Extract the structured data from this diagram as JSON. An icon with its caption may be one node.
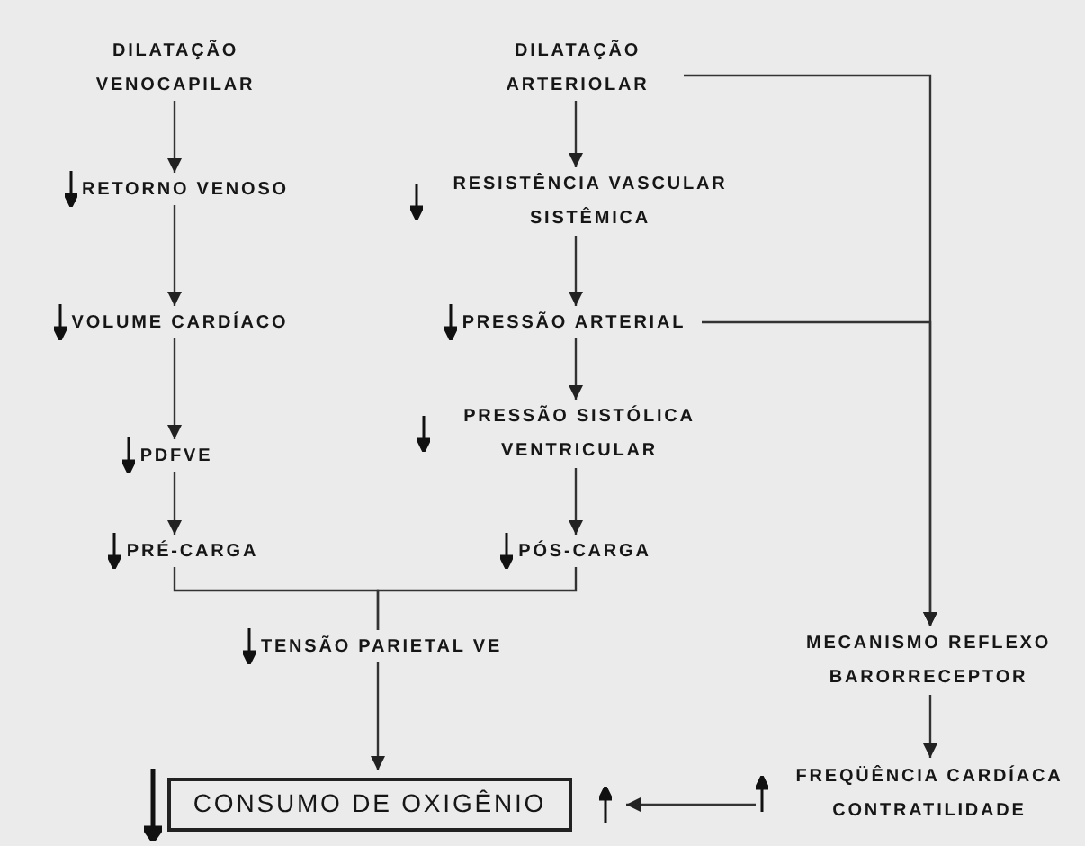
{
  "diagram": {
    "nodes": [
      {
        "text": [
          "DILATAÇÃO VENOCAPILAR"
        ]
      },
      {
        "text": [
          "RETORNO VENOSO"
        ]
      },
      {
        "text": [
          "VOLUME CARDÍACO"
        ]
      },
      {
        "text": [
          "PDFVE"
        ]
      },
      {
        "text": [
          "PRÉ-CARGA"
        ]
      },
      {
        "text": [
          "DILATAÇÃO ARTERIOLAR"
        ]
      },
      {
        "text": [
          "RESISTÊNCIA VASCULAR SISTÊMICA"
        ]
      },
      {
        "text": [
          "PRESSÃO ARTERIAL"
        ]
      },
      {
        "text": [
          "PRESSÃO SISTÓLICA VENTRICULAR"
        ]
      },
      {
        "text": [
          "PÓS-CARGA"
        ]
      },
      {
        "text": [
          "TENSÃO PARIETAL VE"
        ]
      },
      {
        "text": [
          "CONSUMO DE OXIGÊNIO"
        ]
      },
      {
        "text": [
          "MECANISMO REFLEXO BARORRECEPTOR"
        ]
      },
      {
        "text": [
          "FREQÜÊNCIA CARDÍACA CONTRATILIDADE"
        ]
      }
    ],
    "edges": [
      {
        "from": 0,
        "to": 1,
        "arrow": "to"
      },
      {
        "from": 1,
        "to": 2,
        "arrow": "to"
      },
      {
        "from": 2,
        "to": 3,
        "arrow": "to"
      },
      {
        "from": 3,
        "to": 4,
        "arrow": "to"
      },
      {
        "from": 5,
        "to": 6,
        "arrow": "to"
      },
      {
        "from": 6,
        "to": 7,
        "arrow": "to"
      },
      {
        "from": 7,
        "to": 8,
        "arrow": "to"
      },
      {
        "from": 8,
        "to": 9,
        "arrow": "to"
      },
      {
        "from": 4,
        "to": 10,
        "arrow": "none"
      },
      {
        "from": 9,
        "to": 10,
        "arrow": "none"
      },
      {
        "from": 10,
        "to": 11,
        "arrow": "to"
      },
      {
        "from": 5,
        "to": 12,
        "arrow": "to"
      },
      {
        "from": 7,
        "to": 12,
        "arrow": "to"
      },
      {
        "from": 12,
        "to": 13,
        "arrow": "to"
      },
      {
        "from": 13,
        "to": 11,
        "arrow": "to"
      }
    ]
  }
}
